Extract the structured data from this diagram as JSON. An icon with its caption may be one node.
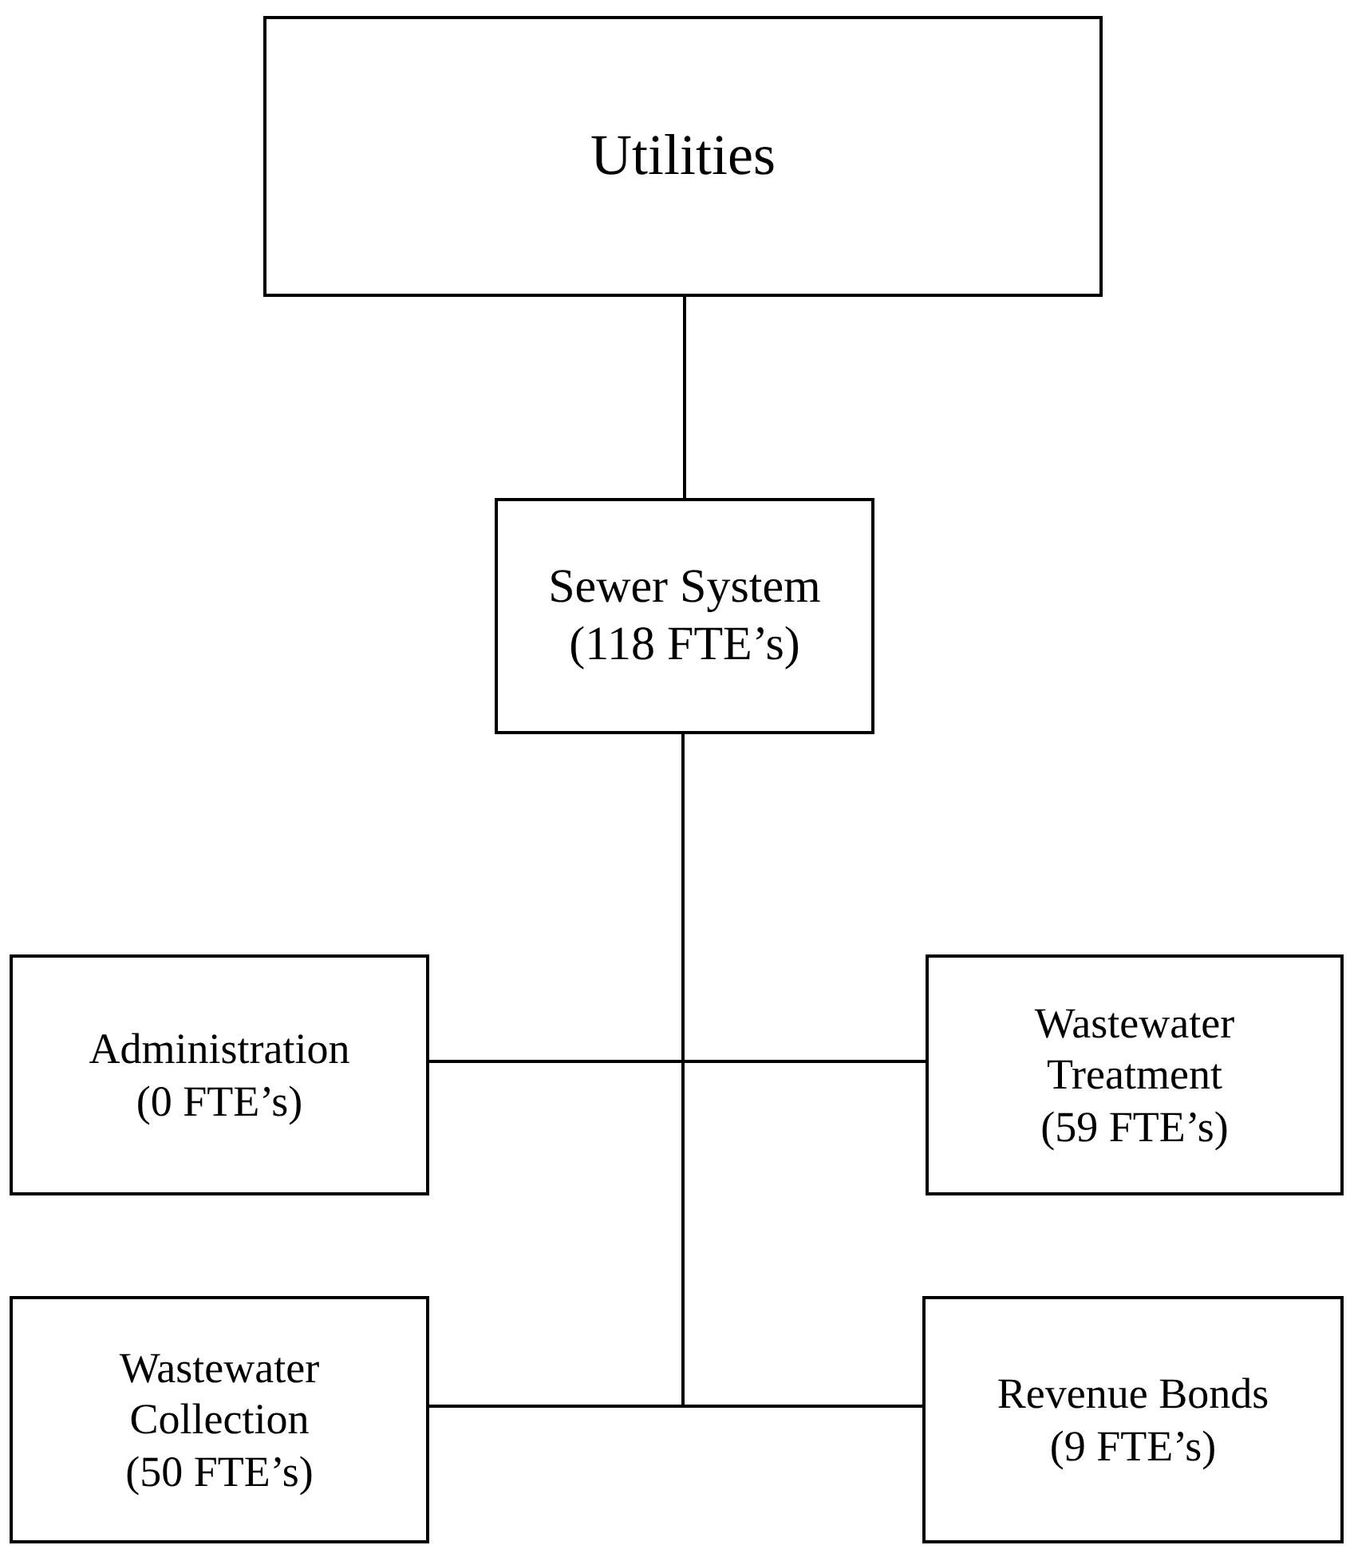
{
  "diagram": {
    "nodes": [
      {
        "text": [
          "Utilities"
        ]
      },
      {
        "text": [
          "Sewer System",
          "(118 FTE’s)"
        ]
      },
      {
        "text": [
          "Administration",
          "(0 FTE’s)"
        ]
      },
      {
        "text": [
          "Wastewater Treatment",
          "(59 FTE’s)"
        ]
      },
      {
        "text": [
          "Wastewater Collection",
          "(50 FTE’s)"
        ]
      },
      {
        "text": [
          "Revenue Bonds",
          "(9 FTE’s)"
        ]
      }
    ],
    "edges": [
      {
        "from": 0,
        "to": 1,
        "arrow": "none"
      },
      {
        "from": 1,
        "to": 2,
        "arrow": "none"
      },
      {
        "from": 1,
        "to": 3,
        "arrow": "none"
      },
      {
        "from": 1,
        "to": 4,
        "arrow": "none"
      },
      {
        "from": 1,
        "to": 5,
        "arrow": "none"
      }
    ]
  }
}
